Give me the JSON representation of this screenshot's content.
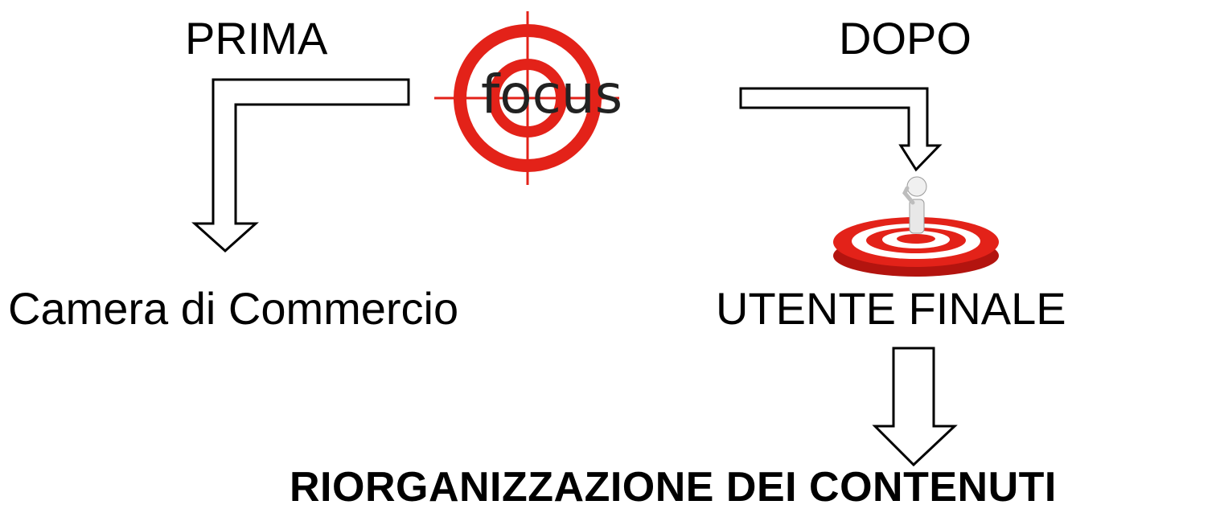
{
  "diagram": {
    "before_heading": "PRIMA",
    "after_heading": "DOPO",
    "focus_logo_text": "focus",
    "before_target": "Camera di Commercio",
    "after_target": "UTENTE FINALE",
    "result": "RIORGANIZZAZIONE DEI CONTENUTI"
  },
  "colors": {
    "text": "#000000",
    "arrow_outline": "#000000",
    "arrow_fill": "#ffffff",
    "target_red": "#e32219",
    "logo_text": "#222222"
  },
  "icons": {
    "focus_logo": "crosshair-target-icon",
    "user_on_target": "person-on-target-icon"
  }
}
